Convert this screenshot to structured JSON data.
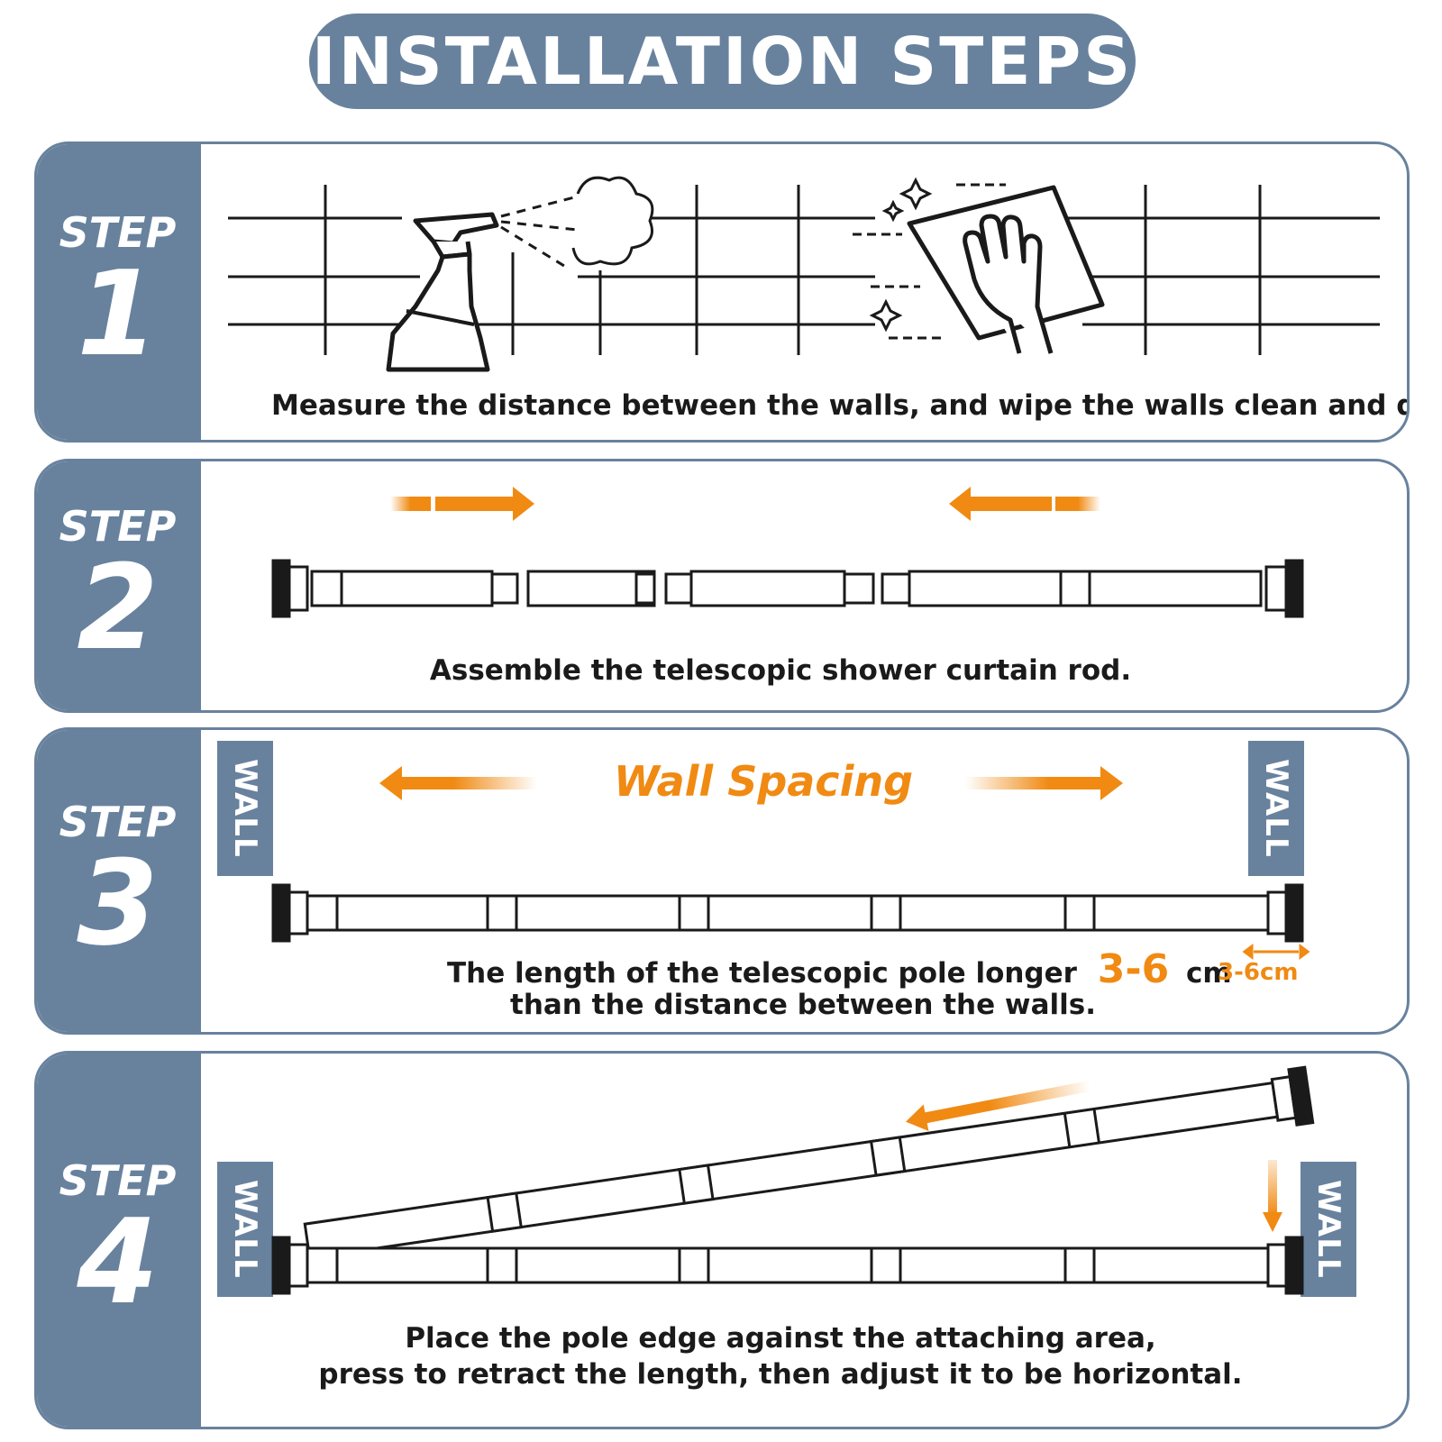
{
  "title": "INSTALLATION STEPS",
  "colors": {
    "slate": "#68829e",
    "accent": "#f08a12",
    "ink": "#1a1a1a"
  },
  "steps": [
    {
      "word": "STEP",
      "number": "1",
      "caption": "Measure the distance between the walls, and wipe the walls clean and dry.",
      "icons": [
        "spray-bottle-icon",
        "cleaning-cloth-hand-icon",
        "tile-grid"
      ]
    },
    {
      "word": "STEP",
      "number": "2",
      "caption": "Assemble the telescopic shower curtain rod.",
      "icons": [
        "arrow-right-icon",
        "arrow-left-icon",
        "rod-segments"
      ]
    },
    {
      "word": "STEP",
      "number": "3",
      "wall_label": "WALL",
      "spacing_label": "Wall Spacing",
      "caption_line1_a": "The length of the telescopic pole longer",
      "caption_highlight": "3-6",
      "caption_unit": "cm",
      "caption_line2": "than the distance between the walls.",
      "extra_label": "3-6cm"
    },
    {
      "word": "STEP",
      "number": "4",
      "wall_label": "WALL",
      "caption_line1": "Place the pole edge against the attaching area,",
      "caption_line2": "press to retract the length, then adjust it to be horizontal."
    }
  ]
}
